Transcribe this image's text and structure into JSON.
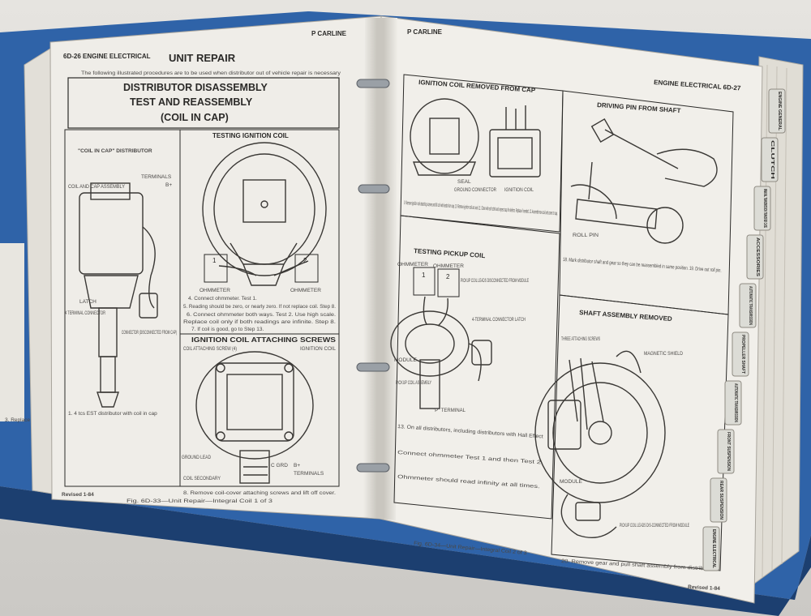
{
  "left_page": {
    "header_left": "6D-26   ENGINE ELECTRICAL",
    "header_right": "P CARLINE",
    "section_title": "UNIT REPAIR",
    "section_note": "The following illustrated procedures are to be used when distributor out of vehicle repair is necessary",
    "box_title_1": "DISTRIBUTOR DISASSEMBLY",
    "box_title_2": "TEST AND REASSEMBLY",
    "box_title_3": "(COIL IN CAP)",
    "panel1_title": "\"COIL IN CAP\" DISTRIBUTOR",
    "panel1_labels": [
      "COIL AND CAP ASSEMBLY",
      "TERMINALS",
      "B+",
      "LATCH",
      "4 TERMINAL CONNECTOR",
      "CONNECTOR (DISCONNECTED FROM CAP)"
    ],
    "panel2_title": "TESTING IGNITION COIL",
    "ohmmeter_1": "OHMMETER",
    "ohmmeter_2": "OHMMETER",
    "panel2_steps": [
      "4. Connect ohmmeter. Test 1.",
      "5. Reading should be zero, or nearly zero. If not replace coil. Step 8.",
      "6. Connect ohmmeter both ways. Test 2. Use high scale.",
      "Replace coil only if both readings are infinite. Step 8.",
      "7. If coil is good, go to Step 13."
    ],
    "panel3_title": "IGNITION COIL ATTACHING SCREWS",
    "panel3_labels": [
      "COIL ATTACHING SCREW (4)",
      "IGNITION COIL",
      "GROUND LEAD",
      "COIL SECONDARY",
      "C GRD",
      "B+",
      "TERMINALS"
    ],
    "step8": "8. Remove coil-cover attaching screws and lift off cover.",
    "fig_caption": "Fig. 6D-33—Unit Repair—Integral Coil 1 of 3",
    "revised": "Revised 1-84"
  },
  "right_page": {
    "header_left": "P CARLINE",
    "header_right": "ENGINE ELECTRICAL   6D-27",
    "panel1_title": "IGNITION COIL REMOVED FROM CAP",
    "panel1_labels": [
      "SEAL",
      "GROUND CONNECTOR",
      "IGNITION COIL"
    ],
    "panel1_steps": "9. Remove ignition coil attaching screws and lift coil with leads from cap. 10. Remove ignition coil arc seal. 11. Clean with soft cloth and inspect cap for defects. Replace if needed. 12. Assemble new coil and cover to cap.",
    "panel2_title": "DRIVING PIN FROM SHAFT",
    "panel2_labels": [
      "ROLL PIN"
    ],
    "panel2_steps": "18. Mark distributor shaft and gear so they can be reassembled in same position. 19. Drive out roll pin.",
    "panel3_title": "TESTING PICKUP COIL",
    "panel3_labels": [
      "OHMMETER",
      "OHMMETER",
      "PICKUP COIL LEADS DISCONNECTED FROM MODULE",
      "4-TERMINAL CONNECTOR LATCH",
      "MODULE",
      "PICKUP COIL ASSEMBLY",
      "\"P\" TERMINAL"
    ],
    "panel4_title": "SHAFT ASSEMBLY REMOVED",
    "panel4_labels": [
      "THREE ATTACHING SCREWS",
      "MAGNETIC SHIELD",
      "MODULE",
      "PICKUP COIL LEADS DIS-CONNECTED FROM MODULE"
    ],
    "step20": "20. Remove gear and pull shaft assembly from distributor.",
    "fig_caption": "Fig. 6D-34—Unit Repair—Integral Coil 2 of 3",
    "revised": "Revised 1-84"
  },
  "tabs": [
    "ENGINE GENERAL",
    "CLUTCH",
    "MANUAL TRANSMISSION TRANSFER CASE",
    "ACCESSORIES",
    "AUTOMATIC TRANSMISSION",
    "PROPELLER SHAFT",
    "AUTOMATIC TRANSMISSION",
    "FRONT SUSPENSION",
    "REAR SUSPENSION",
    "ENGINE ELECTRICAL"
  ],
  "colors": {
    "binder_blue": "#2f63a8",
    "paper": "#efede8",
    "ink": "#2b2a28",
    "tab": "#dcdcd6"
  }
}
